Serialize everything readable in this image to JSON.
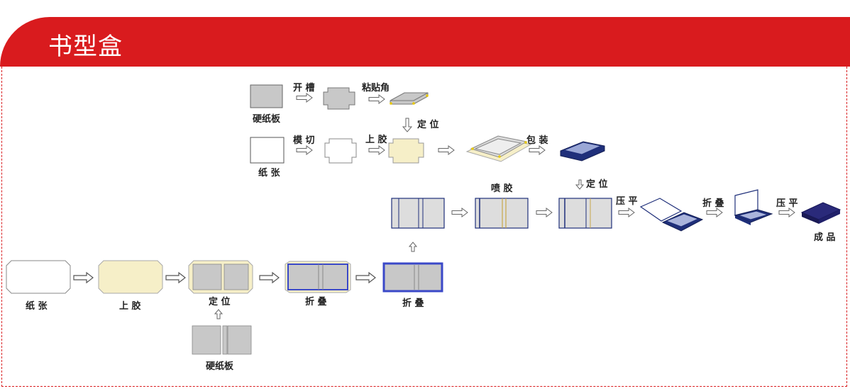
{
  "header": {
    "title": "书型盒"
  },
  "colors": {
    "accent": "#d91b1e",
    "board": "#c8c8c8",
    "glue": "#f6efc8",
    "navy": "#1f2f7a",
    "blue_edge": "#3a48c8"
  },
  "labels": {
    "board_top": "硬纸板",
    "slot": "开 槽",
    "corner_paste": "粘贴角",
    "position_1": "定 位",
    "diecut": "模 切",
    "glue_top": "上 胶",
    "paper_top": "纸 张",
    "pack": "包 装",
    "spray_glue": "喷 胶",
    "position_2": "定 位",
    "flatten_1": "压 平",
    "fold_right": "折 叠",
    "flatten_2": "压 平",
    "finished": "成 品",
    "paper_bottom": "纸 张",
    "glue_bottom": "上 胶",
    "position_bottom": "定 位",
    "board_bottom": "硬纸板",
    "fold_bottom_1": "折 叠",
    "fold_bottom_2": "折 叠"
  }
}
